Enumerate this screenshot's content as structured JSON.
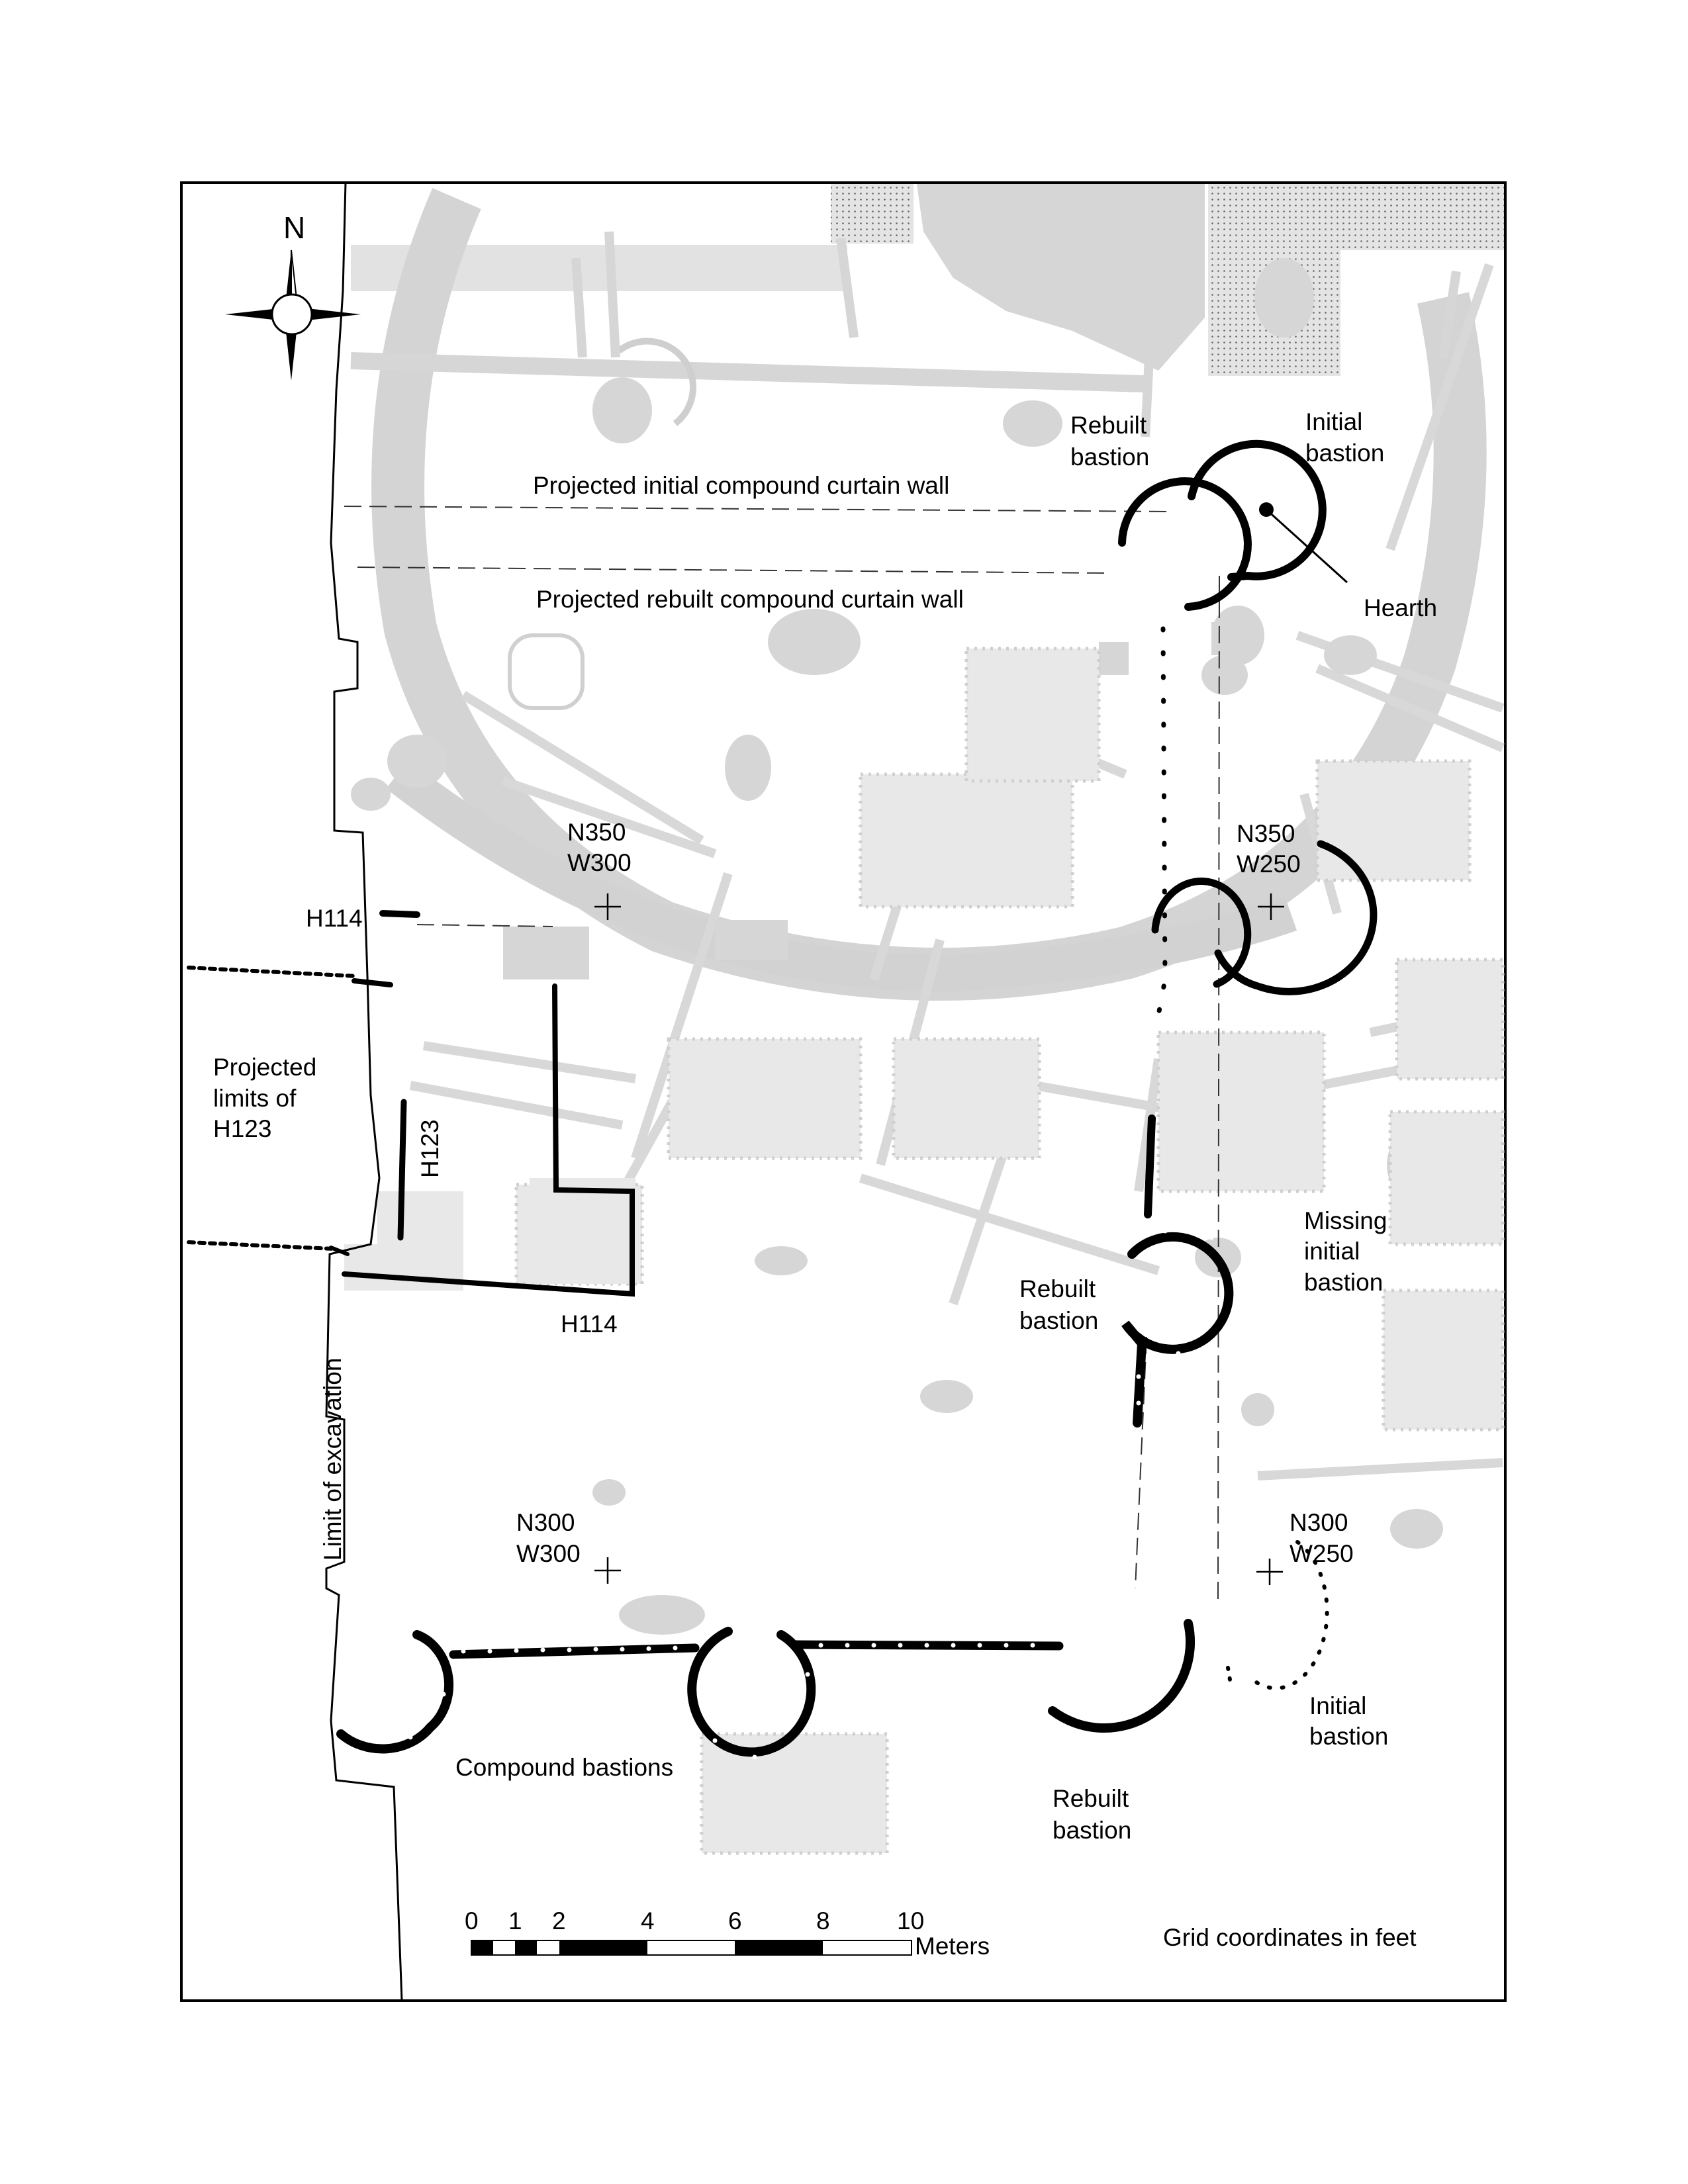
{
  "labels": {
    "north": "N",
    "rebuilt_bastion": "Rebuilt",
    "bastion_word": "bastion",
    "initial_bastion": "Initial",
    "projected_initial_wall": "Projected initial compound curtain wall",
    "projected_rebuilt_wall": "Projected rebuilt compound curtain wall",
    "hearth": "Hearth",
    "grid_n350_w300_a": "N350",
    "grid_n350_w300_b": "W300",
    "grid_n350_w250_a": "N350",
    "grid_n350_w250_b": "W250",
    "grid_n300_w300_a": "N300",
    "grid_n300_w300_b": "W300",
    "grid_n300_w250_a": "N300",
    "grid_n300_w250_b": "W250",
    "h114_top": "H114",
    "h114_bottom": "H114",
    "h123": "H123",
    "projected_limits_1": "Projected",
    "projected_limits_2": "limits of",
    "projected_limits_3": "H123",
    "missing_1": "Missing",
    "missing_2": "initial",
    "missing_3": "bastion",
    "limit_of_excavation": "Limit of excavation",
    "compound_bastions": "Compound bastions",
    "grid_note": "Grid coordinates in feet"
  },
  "scale_bar": {
    "ticks": [
      "0",
      "1",
      "2",
      "4",
      "6",
      "8",
      "10"
    ],
    "unit": "Meters"
  },
  "colors": {
    "feature": "#000000",
    "background_features": "#d3d3d3",
    "light_features": "#e8e8e8",
    "paper": "#ffffff"
  }
}
